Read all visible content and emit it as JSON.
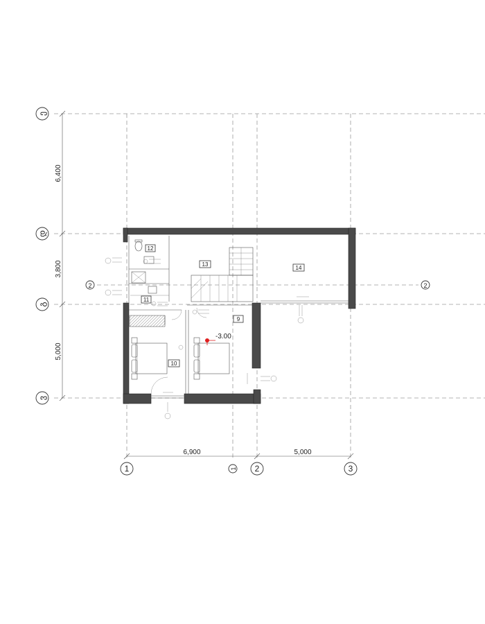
{
  "grid": {
    "letters": {
      "e": "ე",
      "d": "დ",
      "g": "გ",
      "v": "ვ"
    },
    "numbers": {
      "n1": "1",
      "n2": "2",
      "n3": "3",
      "n1_alt": "1",
      "n2_side_left": "2",
      "n2_side_right": "2"
    }
  },
  "dimensions": {
    "vertical": {
      "top": "6,400",
      "middle": "3,800",
      "bottom": "5,000"
    },
    "horizontal": {
      "left": "6,900",
      "right": "5,000"
    }
  },
  "rooms": {
    "r9": "9",
    "r10": "10",
    "r11": "11",
    "r12": "12",
    "r13": "13",
    "r14": "14"
  },
  "level_mark": "-3.00",
  "colors": {
    "wall": "#4a4a4a",
    "grid": "#9a9a9a",
    "level_marker": "#e02020"
  }
}
